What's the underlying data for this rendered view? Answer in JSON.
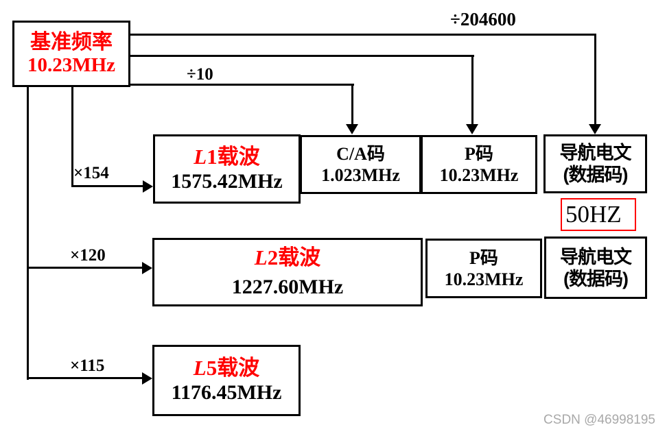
{
  "reference": {
    "title": "基准频率",
    "freq": "10.23MHz"
  },
  "operators": {
    "div204600": "÷204600",
    "div10": "÷10",
    "mul154": "×154",
    "mul120": "×120",
    "mul115": "×115"
  },
  "carriers": {
    "l1": {
      "l": "L",
      "n": "1",
      "suffix": "载波",
      "freq": "1575.42MHz"
    },
    "l2": {
      "l": "L",
      "n": "2",
      "suffix": "载波",
      "freq": "1227.60MHz"
    },
    "l5": {
      "l": "L",
      "n": "5",
      "suffix": "载波",
      "freq": "1176.45MHz"
    }
  },
  "codes": {
    "ca": {
      "title": "C/A码",
      "freq": "1.023MHz"
    },
    "p1": {
      "title": "P码",
      "freq": "10.23MHz"
    },
    "p2": {
      "title": "P码",
      "freq": "10.23MHz"
    }
  },
  "nav1": {
    "line1": "导航电文",
    "line2": "(数据码)"
  },
  "nav2": {
    "line1": "导航电文",
    "line2": "(数据码)"
  },
  "data_rate": "50HZ",
  "watermark": "CSDN @46998195",
  "colors": {
    "accent_red": "#ff0000",
    "line_black": "#000000",
    "watermark_gray": "#a9a9a9"
  }
}
